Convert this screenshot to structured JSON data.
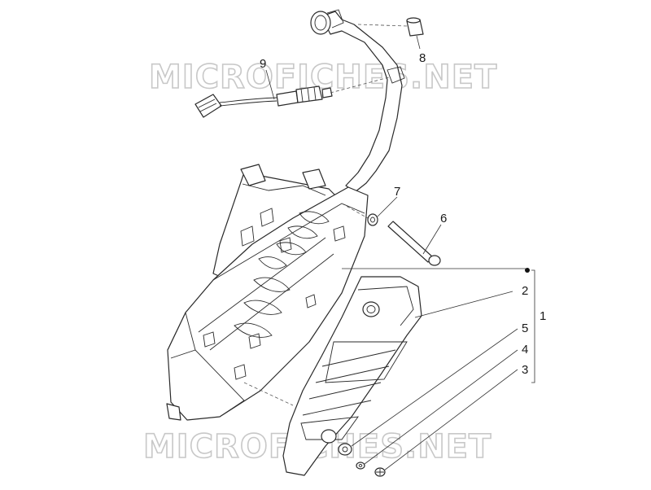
{
  "watermark": {
    "text": "MICROFICHES.NET"
  },
  "callouts": [
    {
      "id": "9",
      "text": "9"
    },
    {
      "id": "8",
      "text": "8"
    },
    {
      "id": "7",
      "text": "7"
    },
    {
      "id": "6",
      "text": "6"
    },
    {
      "id": "2",
      "text": "2"
    },
    {
      "id": "1",
      "text": "1"
    },
    {
      "id": "5",
      "text": "5"
    },
    {
      "id": "4",
      "text": "4"
    },
    {
      "id": "3",
      "text": "3"
    }
  ]
}
